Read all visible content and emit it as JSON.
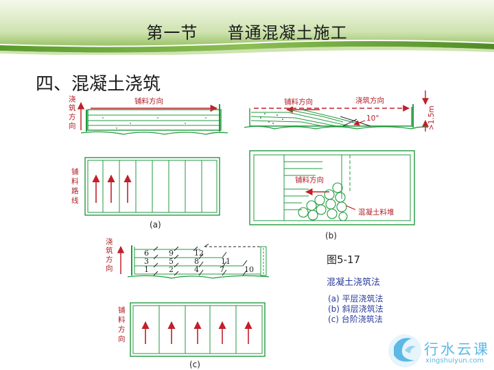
{
  "slide": {
    "title": "第一节     普通混凝土施工",
    "heading": "四、混凝土浇筑"
  },
  "figure": {
    "a_top": {
      "vertical_label": [
        "浇",
        "筑",
        "方",
        "向"
      ],
      "arrow_label": "铺料方向"
    },
    "b_top": {
      "arrow_label_1": "铺料方向",
      "arrow_label_2": "浇筑方向",
      "angle": "10°",
      "dim": ">1.5m"
    },
    "a_plan": {
      "vertical_label": [
        "铺",
        "料",
        "路",
        "线"
      ],
      "caption": "(a)"
    },
    "b_plan": {
      "arrow_label": "铺料方向",
      "pile_label": "混凝土料堆",
      "caption": "(b)"
    },
    "c_top": {
      "vertical_label": [
        "浇",
        "筑",
        "方",
        "向"
      ],
      "layer_numbers": [
        "1",
        "2",
        "3",
        "4",
        "5",
        "6",
        "7",
        "8",
        "9",
        "10",
        "11",
        "12"
      ]
    },
    "c_plan": {
      "vertical_label": [
        "铺",
        "料",
        "方",
        "向"
      ],
      "caption": "(c)"
    },
    "legend": {
      "figure_number": "图5-17",
      "title": "混凝土浇筑法",
      "items": [
        "(a) 平层浇筑法",
        "(b) 斜层浇筑法",
        "(c) 台阶浇筑法"
      ]
    }
  },
  "watermark": {
    "name": "行水云课",
    "url": "xingshuiyun.com"
  },
  "colors": {
    "green_line": "#1f9a3c",
    "red_arrow": "#c0202a",
    "banner_green": "#6aa83a",
    "watermark_blue": "#5cb8e6"
  }
}
